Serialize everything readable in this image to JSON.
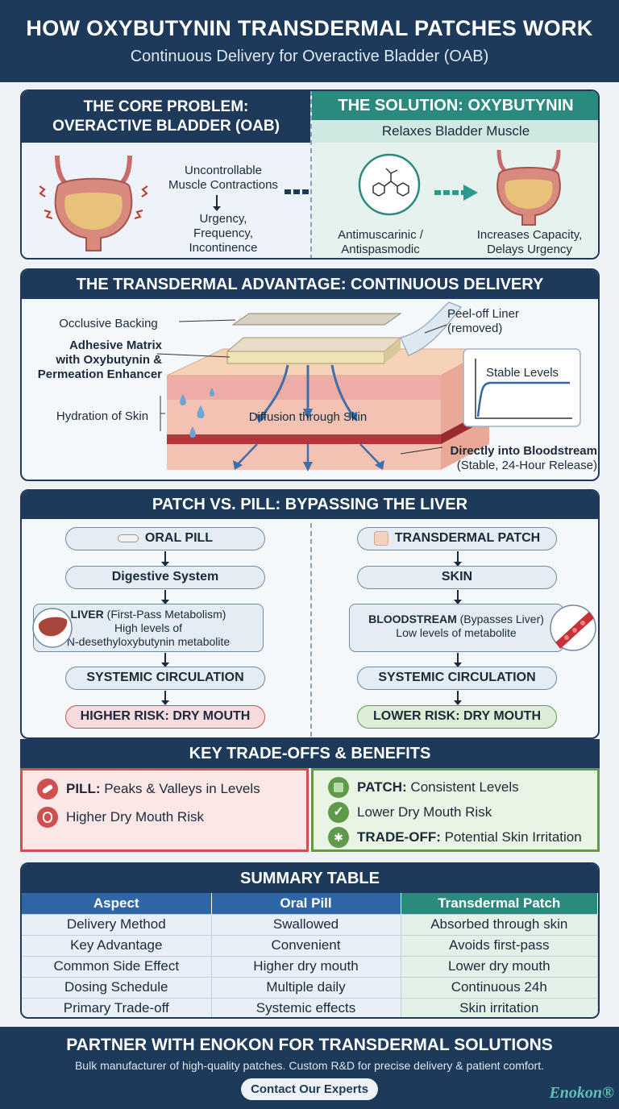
{
  "header": {
    "title": "HOW OXYBUTYNIN TRANSDERMAL PATCHES WORK",
    "subtitle": "Continuous Delivery for Overactive Bladder (OAB)"
  },
  "problem": {
    "title_line1": "THE CORE PROBLEM:",
    "title_line2": "OVERACTIVE BLADDER (OAB)",
    "cause_line1": "Uncontrollable",
    "cause_line2": "Muscle Contractions",
    "effect_line1": "Urgency,",
    "effect_line2": "Frequency,",
    "effect_line3": "Incontinence"
  },
  "solution": {
    "title": "THE SOLUTION: OXYBUTYNIN",
    "subtitle": "Relaxes Bladder Muscle",
    "mech_line1": "Antimuscarinic /",
    "mech_line2": "Antispasmodic",
    "result_line1": "Increases Capacity,",
    "result_line2": "Delays Urgency"
  },
  "transdermal": {
    "title": "THE TRANSDERMAL ADVANTAGE: CONTINUOUS DELIVERY",
    "backing": "Occlusive Backing",
    "matrix_line1": "Adhesive Matrix",
    "matrix_line2": "with Oxybutynin &",
    "matrix_line3": "Permeation Enhancer",
    "hydration": "Hydration of Skin",
    "diffusion": "Diffusion through Skin",
    "liner_line1": "Peel-off Liner",
    "liner_line2": "(removed)",
    "stable": "Stable Levels",
    "blood_line1": "Directly into Bloodstream",
    "blood_line2": "(Stable, 24-Hour Release)"
  },
  "comparison": {
    "title": "PATCH VS. PILL: BYPASSING THE LIVER",
    "pill": {
      "start": "ORAL PILL",
      "step2": "Digestive System",
      "liver_bold": "LIVER",
      "liver_rest": " (First-Pass Metabolism)",
      "liver_line2": "High levels of",
      "liver_line3": "N-desethyloxybutynin metabolite",
      "step4": "SYSTEMIC CIRCULATION",
      "risk": "HIGHER RISK: DRY MOUTH"
    },
    "patch": {
      "start": "TRANSDERMAL PATCH",
      "step2": "SKIN",
      "blood_bold": "BLOODSTREAM",
      "blood_rest": " (Bypasses Liver)",
      "blood_line2": "Low levels of metabolite",
      "step4": "SYSTEMIC CIRCULATION",
      "risk": "LOWER RISK: DRY MOUTH"
    }
  },
  "tradeoffs": {
    "title": "KEY TRADE-OFFS & BENEFITS",
    "pill_bold": "PILL:",
    "pill_text": " Peaks & Valleys in Levels",
    "pill_risk": "Higher Dry Mouth Risk",
    "patch_bold": "PATCH:",
    "patch_text": " Consistent Levels",
    "patch_risk": "Lower Dry Mouth Risk",
    "trade_bold": "TRADE-OFF:",
    "trade_text": " Potential Skin Irritation"
  },
  "summary": {
    "title": "SUMMARY TABLE",
    "headers": [
      "Aspect",
      "Oral Pill",
      "Transdermal Patch"
    ],
    "rows": [
      [
        "Delivery Method",
        "Swallowed",
        "Absorbed through skin"
      ],
      [
        "Key Advantage",
        "Convenient",
        "Avoids first-pass"
      ],
      [
        "Common Side Effect",
        "Higher dry mouth",
        "Lower dry mouth"
      ],
      [
        "Dosing Schedule",
        "Multiple daily",
        "Continuous 24h"
      ],
      [
        "Primary Trade-off",
        "Systemic effects",
        "Skin irritation"
      ]
    ]
  },
  "footer": {
    "title": "PARTNER WITH ENOKON FOR TRANSDERMAL SOLUTIONS",
    "subtitle": "Bulk manufacturer of high-quality patches. Custom R&D for precise delivery & patient comfort.",
    "button": "Contact Our Experts",
    "logo": "Enokon®"
  },
  "colors": {
    "navy": "#1d3a5a",
    "teal": "#2a8a7e",
    "pill_red": "#cf4e4e",
    "patch_green": "#5f9a4a"
  }
}
